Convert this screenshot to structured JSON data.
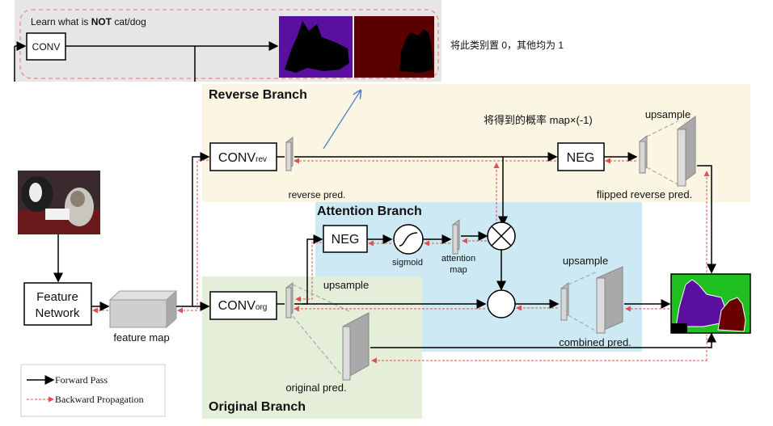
{
  "top_panel": {
    "caption_prefix": "Learn what is ",
    "caption_bold": "NOT",
    "caption_suffix": " cat/dog",
    "conv_label": "CONV",
    "note_zh": "将此类别置 0，其他均为 1"
  },
  "branches": {
    "reverse": "Reverse Branch",
    "attention": "Attention Branch",
    "original": "Original Branch"
  },
  "boxes": {
    "conv_rev_main": "CONV",
    "conv_rev_sub": "rev",
    "conv_org_main": "CONV",
    "conv_org_sub": "org",
    "neg_reverse": "NEG",
    "neg_attention": "NEG",
    "feature_network_line1": "Feature",
    "feature_network_line2": "Network"
  },
  "labels": {
    "reverse_pred": "reverse  pred.",
    "flipped_reverse_pred": "flipped reverse  pred.",
    "upsample_reverse": "upsample",
    "note_neg_zh": "将得到的概率 map×(-1)",
    "sigmoid": "sigmoid",
    "attention_map_line1": "attention",
    "attention_map_line2": "map",
    "upsample_combined": "upsample",
    "combined_pred": "combined  pred.",
    "upsample_original": "upsample",
    "original_pred": "original pred.",
    "feature_map": "feature map"
  },
  "legend": {
    "forward": "Forward Pass",
    "backward": "Backward Propagation"
  },
  "colors": {
    "reverse_bg": "#fbf5e4",
    "attention_bg": "#cde9f3",
    "original_bg": "#e5eed8",
    "top_bg": "#e6e6e6",
    "dashed_red": "#e05050",
    "mask_purple": "#5a0fa0",
    "mask_dark_red": "#5a0000",
    "mask_green": "#20c020"
  }
}
